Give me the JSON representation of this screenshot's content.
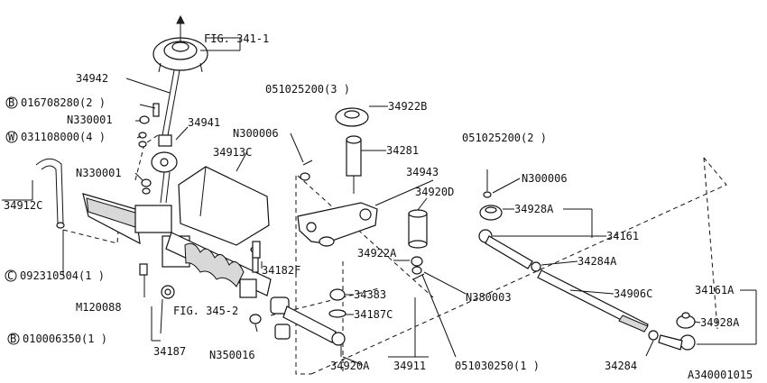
{
  "diagram": {
    "ref_code": "A340001015",
    "callouts": {
      "fig_341_1": "FIG. 341-1",
      "fig_345_2": "FIG. 345-2",
      "p34942": "34942",
      "b016708280": "016708280(2 )",
      "n330001_a": "N330001",
      "p34941": "34941",
      "w031108000": "031108000(4 )",
      "n330001_b": "N330001",
      "p34912c": "34912C",
      "c092310504": "092310504(1 )",
      "m120088": "M120088",
      "b010006350": "010006350(1 )",
      "p34187": "34187",
      "n350016": "N350016",
      "p34913c": "34913C",
      "n300006_a": "N300006",
      "s051025200_3": "051025200(3 )",
      "p34922b": "34922B",
      "p34281": "34281",
      "p34943": "34943",
      "p34920d": "34920D",
      "p34922a": "34922A",
      "n380003": "N380003",
      "p34182f": "34182F",
      "p34383": "34383",
      "p34187c": "34187C",
      "p34920a": "34920A",
      "p34911": "34911",
      "s051030250": "051030250(1 )",
      "s051025200_2": "051025200(2 )",
      "n300006_b": "N300006",
      "p34928a_a": "34928A",
      "p34161": "34161",
      "p34284a": "34284A",
      "p34906c": "34906C",
      "p34161a": "34161A",
      "p34928a_b": "34928A",
      "p34284": "34284"
    },
    "markers": {
      "b": "B",
      "w": "W",
      "c": "C"
    }
  }
}
